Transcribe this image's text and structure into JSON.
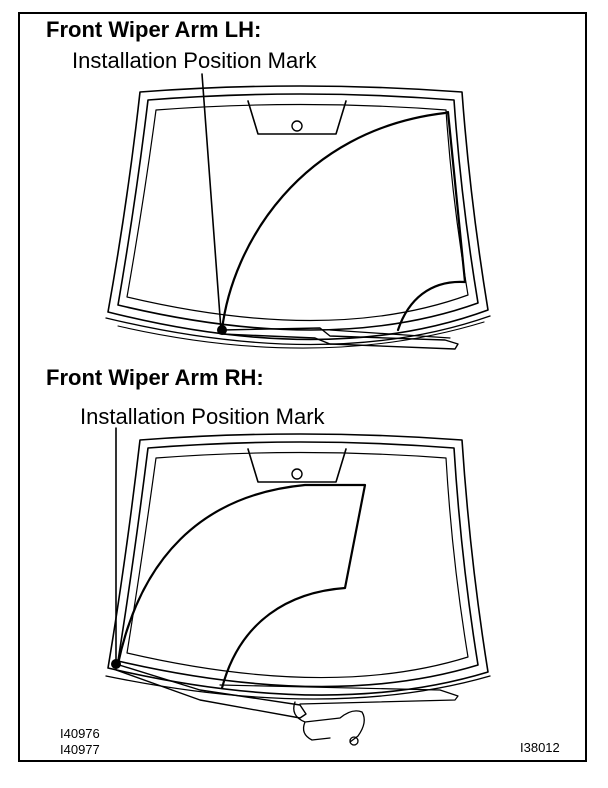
{
  "lh": {
    "title": "Front Wiper Arm LH:",
    "mark_label": "Installation Position Mark"
  },
  "rh": {
    "title": "Front Wiper Arm RH:",
    "mark_label": "Installation Position Mark"
  },
  "codes": {
    "code_1": "I40976",
    "code_2": "I40977",
    "figure_id": "I38012"
  }
}
